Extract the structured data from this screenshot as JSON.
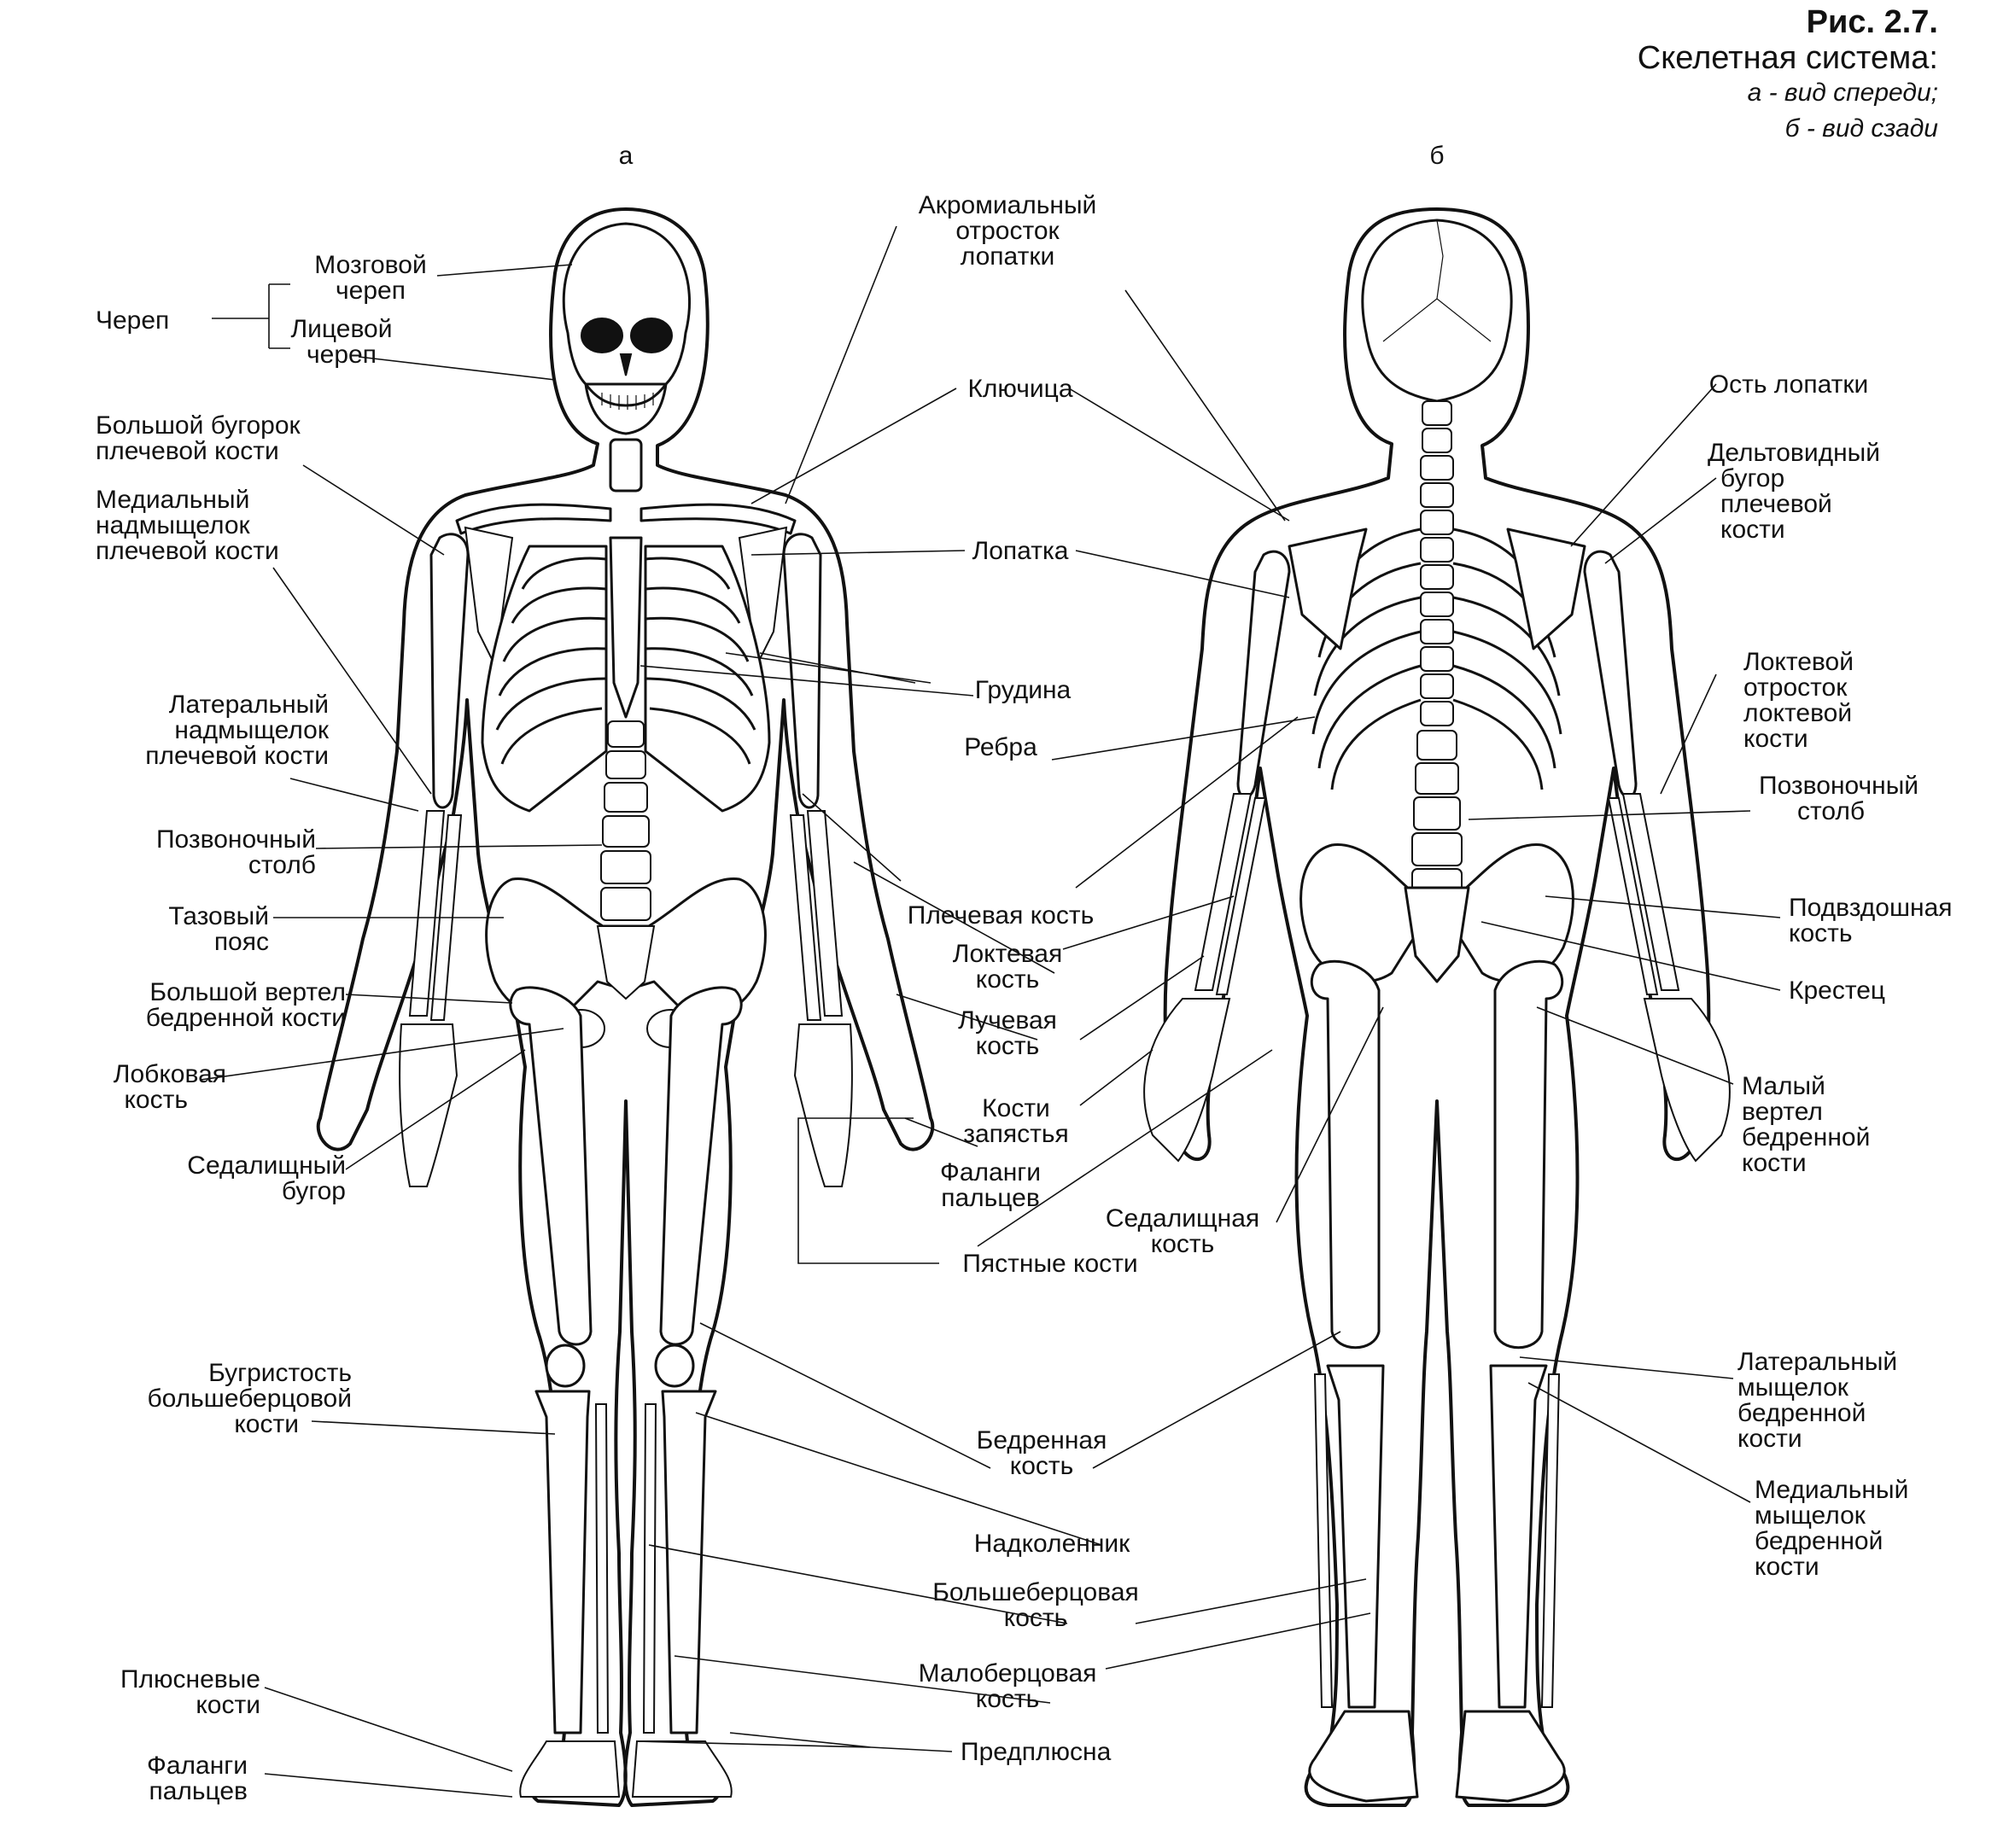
{
  "title": {
    "figure_number": "Рис. 2.7.",
    "caption": "Скелетная система:",
    "view_a_caption": "а - вид спереди;",
    "view_b_caption": "б - вид сзади"
  },
  "views": {
    "a": "а",
    "b": "б"
  },
  "labels": {
    "cherep": "Череп",
    "mozgovoy_1": "Мозговой",
    "mozgovoy_2": "череп",
    "litsevoy_1": "Лицевой",
    "litsevoy_2": "череп",
    "bugorok_1": "Большой бугорок",
    "bugorok_2": "плечевой кости",
    "med_nad_1": "Медиальный",
    "med_nad_2": "надмыщелок",
    "med_nad_3": "плечевой кости",
    "lat_nad_1": "Латеральный",
    "lat_nad_2": "надмыщелок",
    "lat_nad_3": "плечевой кости",
    "pozv_a_1": "Позвоночный",
    "pozv_a_2": "столб",
    "taz_1": "Тазовый",
    "taz_2": "пояс",
    "vertel_1": "Большой вертел",
    "vertel_2": "бедренной кости",
    "lobk_1": "Лобковая",
    "lobk_2": "кость",
    "sedb_1": "Седалищный",
    "sedb_2": "бугор",
    "bugr_1": "Бугристость",
    "bugr_2": "большеберцовой",
    "bugr_3": "кости",
    "plyusn_1": "Плюсневые",
    "plyusn_2": "кости",
    "falf_1": "Фаланги",
    "falf_2": "пальцев",
    "akrom_1": "Акромиальный",
    "akrom_2": "отросток",
    "akrom_3": "лопатки",
    "klyuch": "Ключица",
    "lopatka": "Лопатка",
    "grudina": "Грудина",
    "rebra": "Ребра",
    "plech": "Плечевая кость",
    "lokt_1": "Локтевая",
    "lokt_2": "кость",
    "luch_1": "Лучевая",
    "luch_2": "кость",
    "zap_1": "Кости",
    "zap_2": "запястья",
    "falh_1": "Фаланги",
    "falh_2": "пальцев",
    "pyast": "Пястные кости",
    "sedk_1": "Седалищная",
    "sedk_2": "кость",
    "bedr_1": "Бедренная",
    "bedr_2": "кость",
    "nadk": "Надколенник",
    "bolsh_1": "Большеберцовая",
    "bolsh_2": "кость",
    "malob_1": "Малоберцовая",
    "malob_2": "кость",
    "predpl": "Предплюсна",
    "ost": "Ость лопатки",
    "delt_1": "Дельтовидный",
    "delt_2": "бугор",
    "delt_3": "плечевой",
    "delt_4": "кости",
    "olek_1": "Локтевой",
    "olek_2": "отросток",
    "olek_3": "локтевой",
    "olek_4": "кости",
    "pozv_b_1": "Позвоночный",
    "pozv_b_2": "столб",
    "podv_1": "Подвздошная",
    "podv_2": "кость",
    "krest": "Крестец",
    "malvert_1": "Малый",
    "malvert_2": "вертел",
    "malvert_3": "бедренной",
    "malvert_4": "кости",
    "latmysh_1": "Латеральный",
    "latmysh_2": "мыщелок",
    "latmysh_3": "бедренной",
    "latmysh_4": "кости",
    "medmysh_1": "Медиальный",
    "medmysh_2": "мыщелок",
    "medmysh_3": "бедренной",
    "medmysh_4": "кости"
  }
}
